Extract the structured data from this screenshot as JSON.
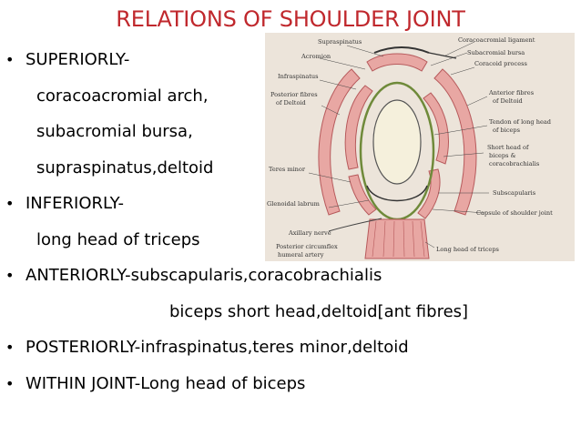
{
  "title": "RELATIONS OF SHOULDER JOINT",
  "bullet_glyph": "•",
  "content": {
    "superiorly": "SUPERIORLY-",
    "sup_1": "coracoacromial arch,",
    "sup_2": "subacromial bursa,",
    "sup_3": "supraspinatus,deltoid",
    "inferiorly": "INFERIORLY-",
    "inf_1": "long head of triceps",
    "anteriorly": "ANTERIORLY-subscapularis,coracobrachialis",
    "ant_2": "biceps short head,deltoid[ant fibres]",
    "posteriorly": "POSTERIORLY-infraspinatus,teres minor,deltoid",
    "within": "WITHIN JOINT-Long head of biceps"
  },
  "figure": {
    "labels": {
      "supraspinatus": "Supraspinatus",
      "acromion": "Acromion",
      "infraspinatus": "Infraspinatus",
      "posterior_fibres": "Posterior fibres",
      "of_deltoid_l": "of Deltoid",
      "teres_minor": "Teres minor",
      "glenoidal_labrum": "Glenoidal labrum",
      "axillary_nerve": "Axillary nerve",
      "posterior_circumflex": "Posterior circumflex",
      "humeral_artery": "humeral artery",
      "coracoacromial_ligament": "Coracoacromial ligament",
      "subacromial_bursa": "Subacromial bursa",
      "coracoid_process": "Coracoid process",
      "anterior_fibres": "Anterior fibres",
      "of_deltoid_r": "of Deltoid",
      "tendon_long_head": "Tendon of long head",
      "of_biceps": "of biceps",
      "short_head_of": "Short head of",
      "biceps_and": "biceps &",
      "coracobrachialis": "coracobrachialis",
      "subscapularis": "Subscapularis",
      "capsule": "Capsule of shoulder joint",
      "long_head_triceps": "Long head of triceps"
    }
  },
  "colors": {
    "title": "#c0282d",
    "muscle_fill": "#e8a7a3",
    "muscle_stroke": "#b75a5c",
    "capsule": "#6f8a3a",
    "background": "#ece4da"
  }
}
